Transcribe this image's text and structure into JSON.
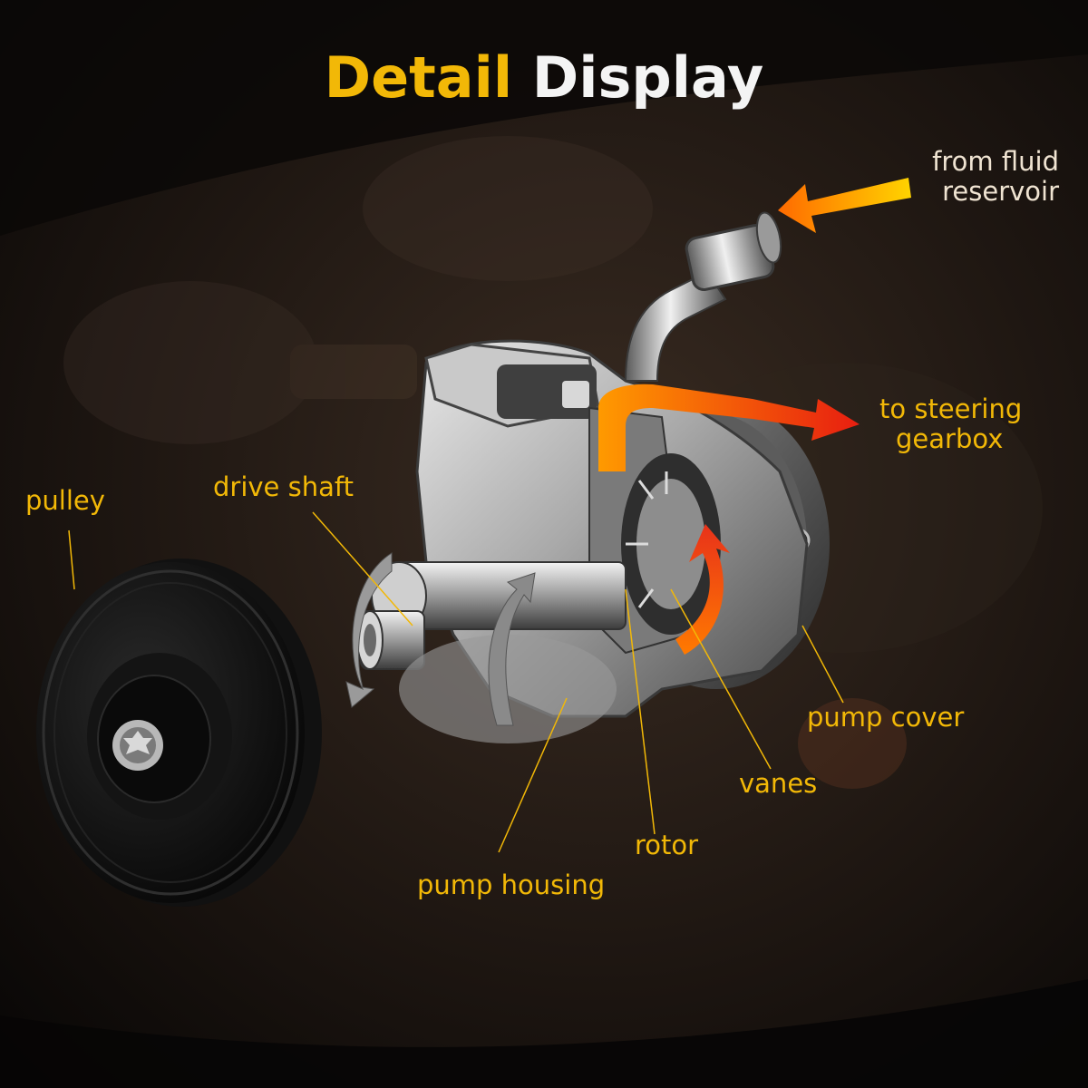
{
  "title": {
    "part1": "Detail",
    "part2": "Display"
  },
  "labels": {
    "from_fluid_line1": "from fluid",
    "from_fluid_line2": "reservoir",
    "to_steering_line1": "to steering",
    "to_steering_line2": "gearbox",
    "pulley": "pulley",
    "drive_shaft": "drive shaft",
    "pump_cover": "pump cover",
    "vanes": "vanes",
    "rotor": "rotor",
    "pump_housing": "pump housing"
  },
  "colors": {
    "accent": "#f2b807",
    "label_light": "#f0e4d2",
    "title_light": "#f4f4f4",
    "flow_orange": "#ff8a00",
    "flow_red": "#ef2b10"
  }
}
